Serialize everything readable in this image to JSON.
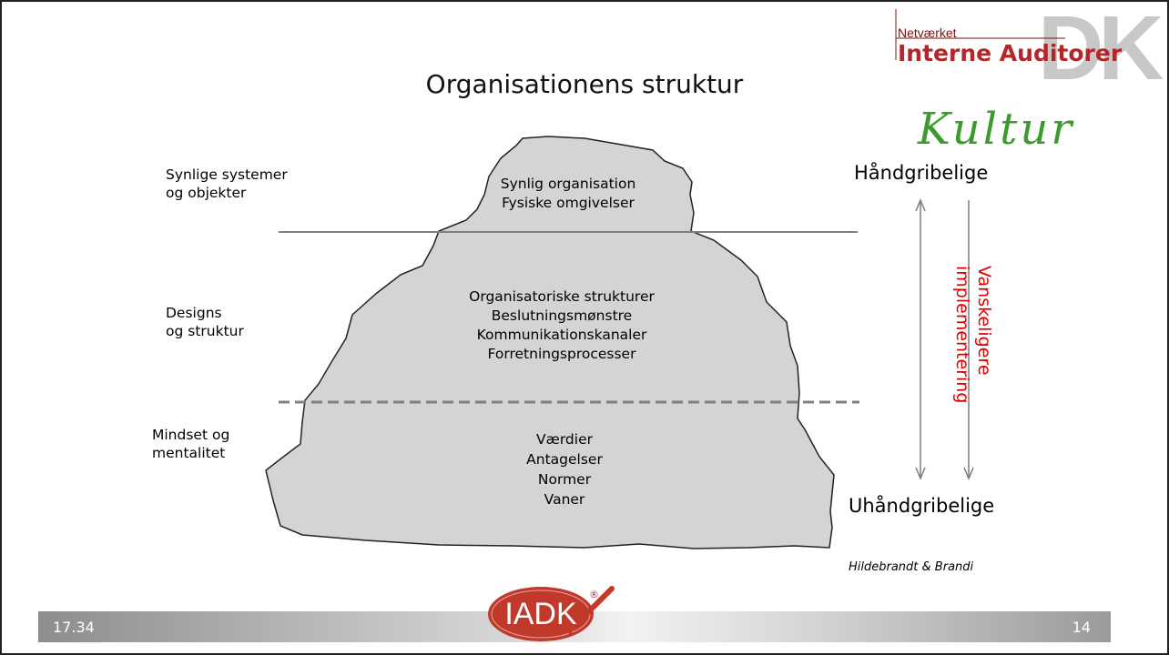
{
  "slide": {
    "title": "Organisationens struktur",
    "left_labels": {
      "visible": "Synlige systemer\nog objekter",
      "design": "Designs\nog struktur",
      "mindset": "Mindset og\nmentalitet"
    },
    "iceberg_top": [
      "Synlig organisation",
      "Fysiske omgivelser"
    ],
    "iceberg_middle": [
      "Organisatoriske strukturer",
      "Beslutningsmønstre",
      "Kommunikationskanaler",
      "Forretningsprocesser"
    ],
    "iceberg_bottom": [
      "Værdier",
      "Antagelser",
      "Normer",
      "Vaner"
    ],
    "right_top": "Håndgribelige",
    "right_bottom": "Uhåndgribelige",
    "vertical_label_1": "Vanskeligere",
    "vertical_label_2": "implementering",
    "credit": "Hildebrandt & Brandi"
  },
  "footer": {
    "time": "17.34",
    "page": "14",
    "logo_text": "IADK",
    "registered": "®"
  },
  "brand": {
    "small": "Netværket",
    "big": "Interne Auditorer",
    "dk": "DK",
    "kultur": "Kultur"
  },
  "colors": {
    "iceberg_fill": "#d4d4d4",
    "accent_red": "#e00000",
    "brand_red": "#b3262a",
    "kultur_green": "#3b9b2c"
  }
}
